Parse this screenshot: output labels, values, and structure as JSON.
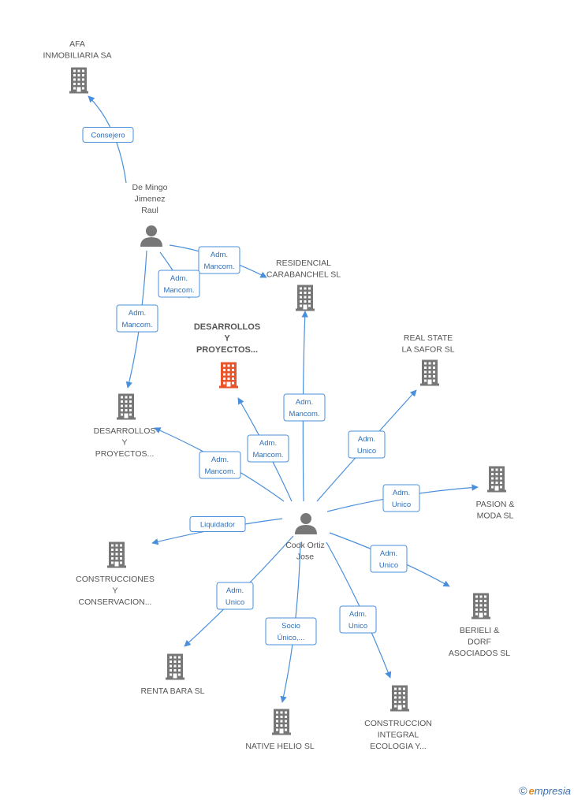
{
  "colors": {
    "edge": "#4a8fdc",
    "company": "#777777",
    "focus": "#e8542c",
    "person": "#777777"
  },
  "nodes": [
    {
      "id": "afa",
      "type": "company",
      "label": [
        "AFA",
        "INMOBILIARIA SA"
      ]
    },
    {
      "id": "demingo",
      "type": "person",
      "label": [
        "De Mingo",
        "Jimenez",
        "Raul"
      ]
    },
    {
      "id": "residencial",
      "type": "company",
      "label": [
        "RESIDENCIAL",
        "CARABANCHEL SL"
      ]
    },
    {
      "id": "desarrollos_focus",
      "type": "focus",
      "label": [
        "DESARROLLOS",
        "Y",
        "PROYECTOS..."
      ]
    },
    {
      "id": "realstate",
      "type": "company",
      "label": [
        "REAL STATE",
        "LA SAFOR SL"
      ]
    },
    {
      "id": "desarrollos2",
      "type": "company",
      "label": [
        "DESARROLLOS",
        "Y",
        "PROYECTOS..."
      ]
    },
    {
      "id": "pasion",
      "type": "company",
      "label": [
        "PASION &",
        "MODA SL"
      ]
    },
    {
      "id": "cook",
      "type": "person",
      "label": [
        "Cook Ortiz",
        "Jose"
      ]
    },
    {
      "id": "construcciones",
      "type": "company",
      "label": [
        "CONSTRUCCIONES",
        "Y",
        "CONSERVACION..."
      ]
    },
    {
      "id": "berieli",
      "type": "company",
      "label": [
        "BERIELI &",
        "DORF",
        "ASOCIADOS SL"
      ]
    },
    {
      "id": "rentabara",
      "type": "company",
      "label": [
        "RENTA BARA SL"
      ]
    },
    {
      "id": "nativehelio",
      "type": "company",
      "label": [
        "NATIVE HELIO SL"
      ]
    },
    {
      "id": "construccion_integral",
      "type": "company",
      "label": [
        "CONSTRUCCION",
        "INTEGRAL",
        "ECOLOGIA Y..."
      ]
    }
  ],
  "edges": [
    {
      "from": "demingo",
      "to": "afa",
      "label": [
        "Consejero"
      ]
    },
    {
      "from": "demingo",
      "to": "residencial",
      "label": [
        "Adm.",
        "Mancom."
      ]
    },
    {
      "from": "demingo",
      "to": "desarrollos_focus",
      "label": [
        "Adm.",
        "Mancom."
      ]
    },
    {
      "from": "demingo",
      "to": "desarrollos2",
      "label": [
        "Adm.",
        "Mancom."
      ]
    },
    {
      "from": "cook",
      "to": "residencial",
      "label": [
        "Adm.",
        "Mancom."
      ]
    },
    {
      "from": "cook",
      "to": "desarrollos_focus",
      "label": [
        "Adm.",
        "Mancom."
      ]
    },
    {
      "from": "cook",
      "to": "desarrollos2",
      "label": [
        "Adm.",
        "Mancom."
      ]
    },
    {
      "from": "cook",
      "to": "realstate",
      "label": [
        "Adm.",
        "Unico"
      ]
    },
    {
      "from": "cook",
      "to": "pasion",
      "label": [
        "Adm.",
        "Unico"
      ]
    },
    {
      "from": "cook",
      "to": "construcciones",
      "label": [
        "Liquidador"
      ]
    },
    {
      "from": "cook",
      "to": "berieli",
      "label": [
        "Adm.",
        "Unico"
      ]
    },
    {
      "from": "cook",
      "to": "rentabara",
      "label": [
        "Adm.",
        "Unico"
      ]
    },
    {
      "from": "cook",
      "to": "nativehelio",
      "label": [
        "Socio",
        "Único,..."
      ]
    },
    {
      "from": "cook",
      "to": "construccion_integral",
      "label": [
        "Adm.",
        "Unico"
      ]
    }
  ],
  "footer": {
    "copyright": "©",
    "brand_e": "e",
    "brand_rest": "mpresia"
  }
}
